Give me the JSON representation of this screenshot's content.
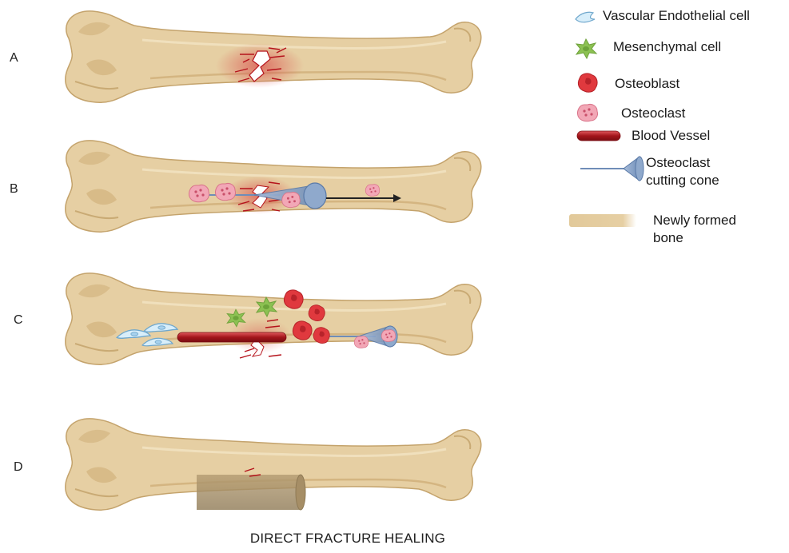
{
  "diagram": {
    "panels": [
      {
        "label": "A",
        "name": "panel-a"
      },
      {
        "label": "B",
        "name": "panel-b"
      },
      {
        "label": "C",
        "name": "panel-c"
      },
      {
        "label": "D",
        "name": "panel-d"
      }
    ],
    "legend": [
      {
        "icon": "vascular-endothelial-cell-icon",
        "label": "Vascular Endothelial cell"
      },
      {
        "icon": "mesenchymal-cell-icon",
        "label": "Mesenchymal cell"
      },
      {
        "icon": "osteoblast-icon",
        "label": "Osteoblast"
      },
      {
        "icon": "osteoclast-icon",
        "label": "Osteoclast"
      },
      {
        "icon": "blood-vessel-icon",
        "label": "Blood Vessel"
      },
      {
        "icon": "osteoclast-cutting-cone-icon",
        "label_lines": [
          "Osteoclast",
          "cutting cone"
        ]
      },
      {
        "icon": "newly-formed-bone-icon",
        "label_lines": [
          "Newly formed",
          "bone"
        ]
      }
    ],
    "caption": "DIRECT FRACTURE HEALING",
    "colors": {
      "bone": "#e6cfa3",
      "bone_shade": "#c9aa74",
      "bone_outline": "#b8975f",
      "fracture_red": "#b5121b",
      "osteoblast": "#e0393e",
      "osteoclast": "#f2a7b6",
      "mesenchymal": "#8cc152",
      "endothelial": "#d8eefa",
      "vessel": "#b01e23",
      "cone": "#8fa9cc",
      "new_bone": "#a68e66"
    }
  }
}
